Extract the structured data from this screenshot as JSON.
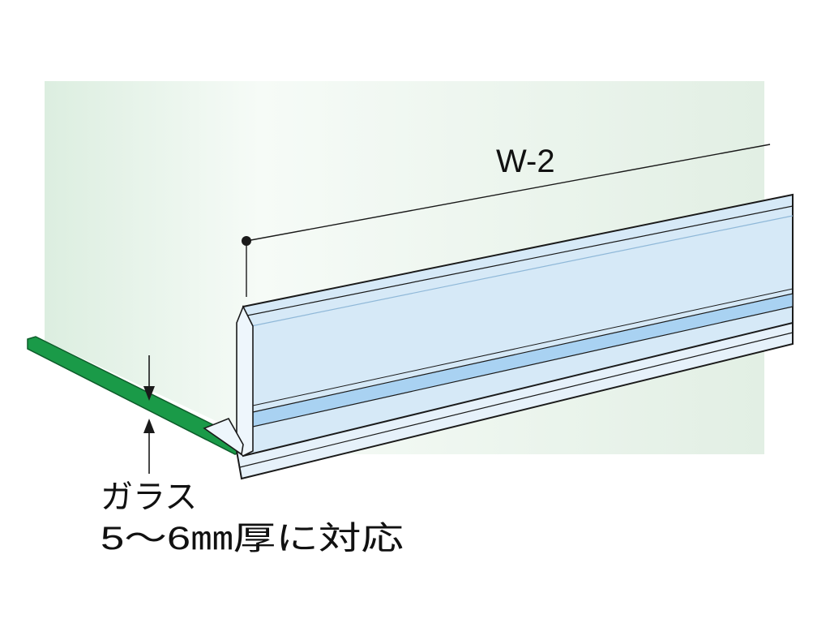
{
  "diagram": {
    "product_label": "W-2",
    "glass_label_line1": "ガラス",
    "glass_label_line2": "5～6㎜厚に対応"
  },
  "colors": {
    "wall": "#e6f2e8",
    "profile_face": "#d6e9f7",
    "profile_stripe": "#a9d2f2",
    "profile_outline": "#1a1a1a",
    "glass_edge": "#1a9a48"
  }
}
